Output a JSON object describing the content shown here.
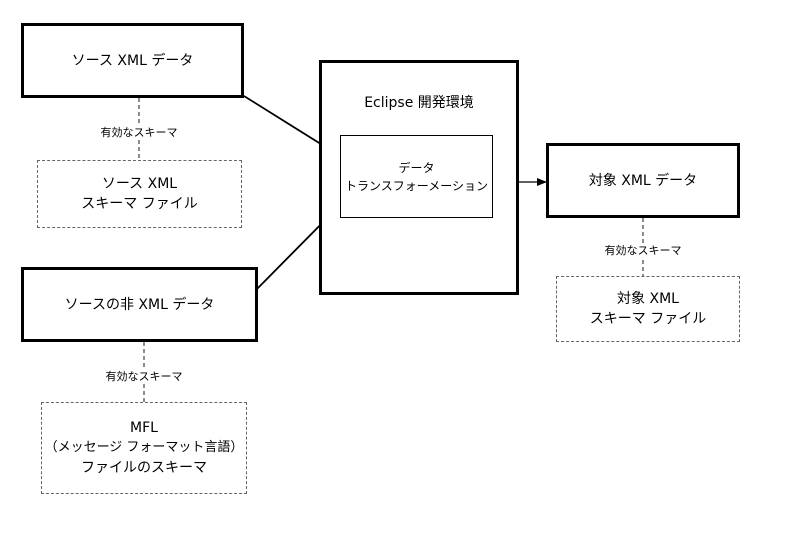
{
  "boxes": {
    "source_xml": "ソース XML データ",
    "source_schema": [
      "ソース XML",
      "スキーマ ファイル"
    ],
    "eclipse": "Eclipse 開発環境",
    "transform": [
      "データ",
      "トランスフォーメーション"
    ],
    "target_xml": "対象 XML データ",
    "target_schema": [
      "対象 XML",
      "スキーマ ファイル"
    ],
    "nonxml": "ソースの非 XML データ",
    "mfl": [
      "MFL",
      "（メッセージ フォーマット言語）",
      "ファイルのスキーマ"
    ]
  },
  "labels": {
    "valid_schema_1": "有効なスキーマ",
    "valid_schema_2": "有効なスキーマ",
    "valid_schema_3": "有効なスキーマ"
  }
}
